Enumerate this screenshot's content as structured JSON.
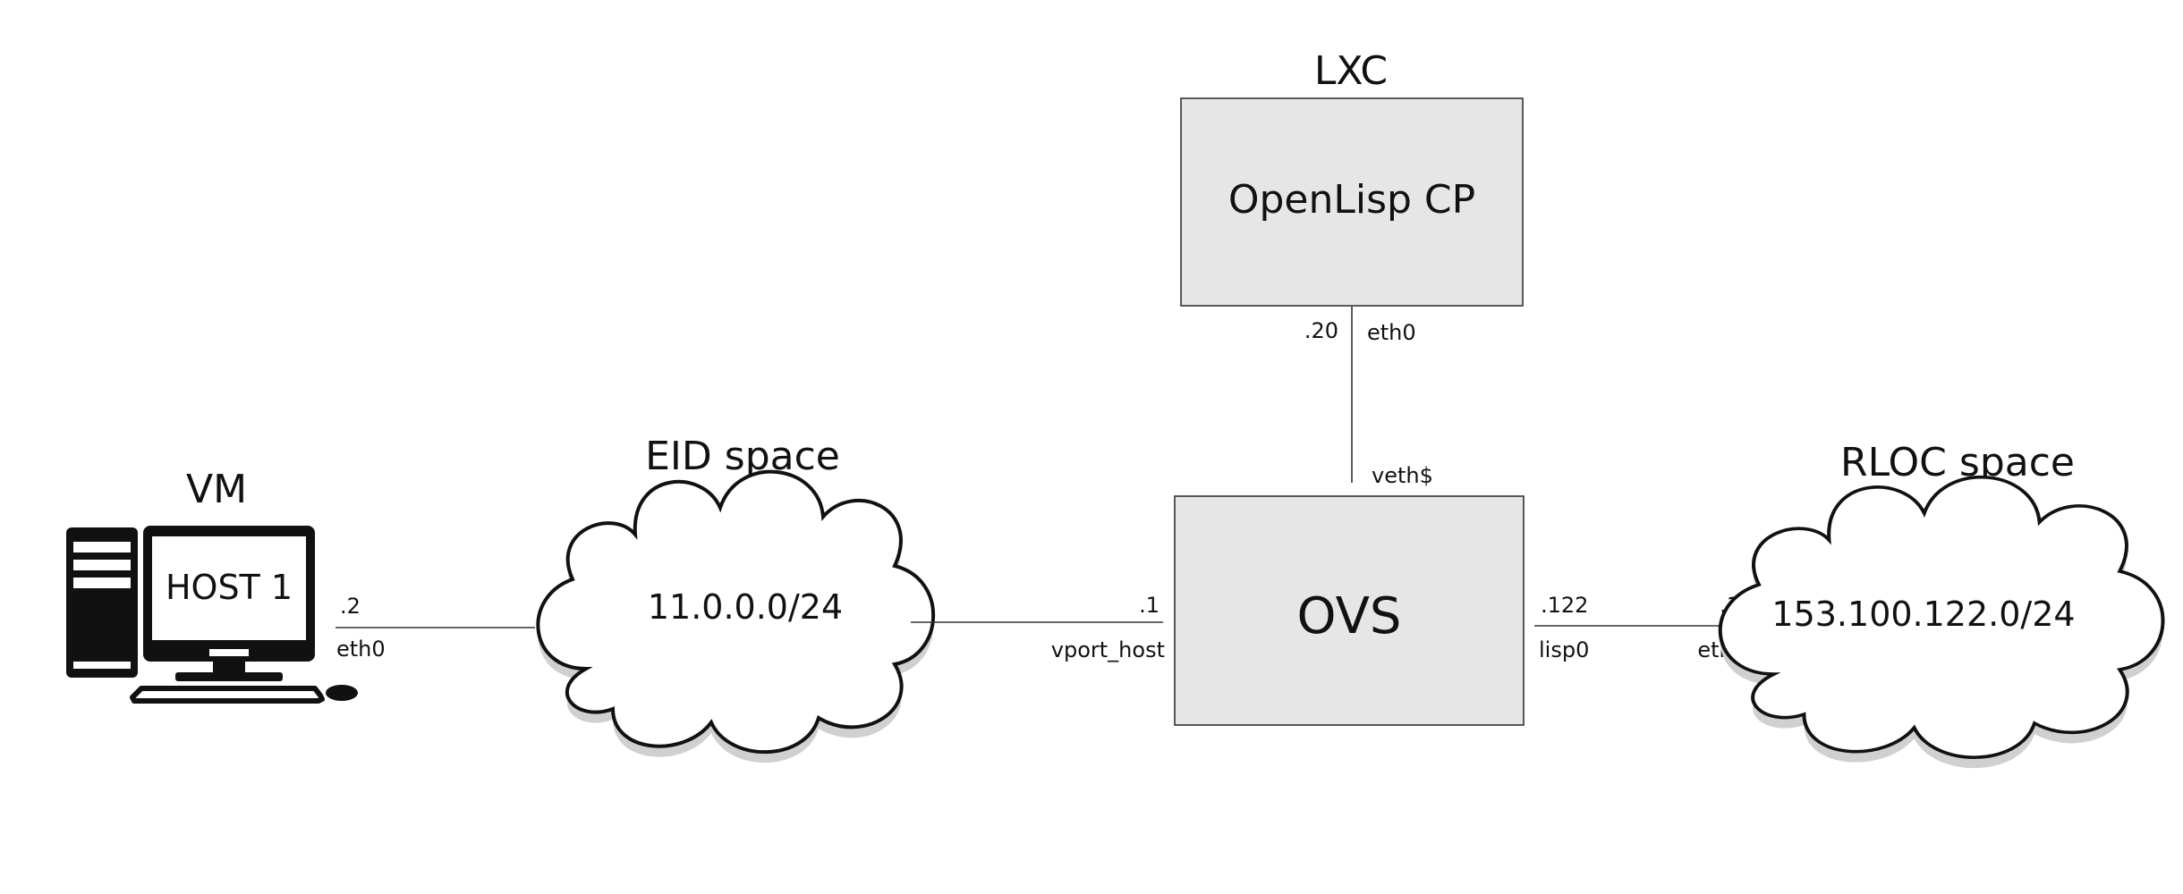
{
  "lxc": {
    "title": "LXC",
    "label": "OpenLisp CP",
    "iface_ip": ".20",
    "iface_name": "eth0"
  },
  "ovs": {
    "label": "OVS",
    "top_iface": "veth$",
    "left_ip": ".1",
    "left_iface": "vport_host",
    "right_ip": ".122",
    "right_iface": "lisp0"
  },
  "vm": {
    "title": "VM",
    "screen_label": "HOST 1",
    "ip": ".2",
    "iface": "eth0"
  },
  "eid": {
    "title": "EID space",
    "subnet": "11.0.0.0/24"
  },
  "rloc": {
    "title": "RLOC space",
    "subnet": "153.100.122.0/24",
    "ip": ".1",
    "iface": "eth0"
  },
  "colors": {
    "box_fill": "#e6e6e6",
    "cloud_shadow": "#d0d0d0",
    "stroke": "#111111"
  }
}
